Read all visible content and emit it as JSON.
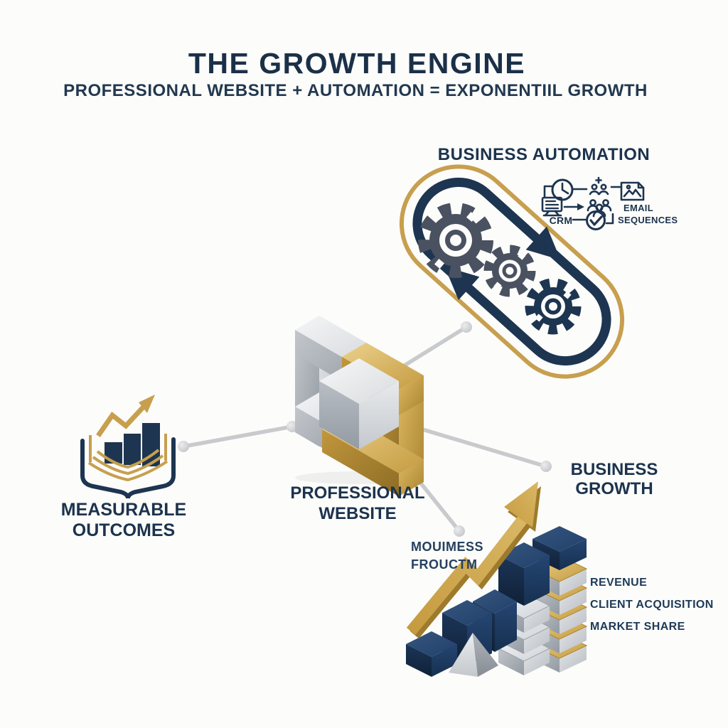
{
  "header": {
    "title": "THE GROWTH ENGINE",
    "subtitle": "PROFESSIONAL WEBSITE + AUTOMATION = EXPONENTIIL GROWTH"
  },
  "automation": {
    "heading": "BUSINESS AUTOMATION",
    "crm_label": "CRM",
    "email_label": {
      "line1": "EMAIL",
      "line2": "SEQUENCES"
    }
  },
  "website": {
    "label": {
      "line1": "PROFESSIONAL",
      "line2": "WEBSITE"
    }
  },
  "outcomes": {
    "label": {
      "line1": "MEASURABLE",
      "line2": "OUTCOMES"
    }
  },
  "growth": {
    "heading": {
      "line1": "BUSINESS",
      "line2": "GROWTH"
    },
    "caption": {
      "line1": "MOUIMESS",
      "line2": "FROUCTM"
    },
    "metrics": [
      "REVENUE",
      "CLIENT ACQUISITION",
      "MARKET SHARE"
    ]
  },
  "colors": {
    "navy": "#1d3550",
    "gold": "#c79f4e",
    "silver": "#c6c9cd",
    "gear_gray": "#4a5160",
    "connector_gray": "#c9cacd",
    "background": "#fcfcfa"
  }
}
